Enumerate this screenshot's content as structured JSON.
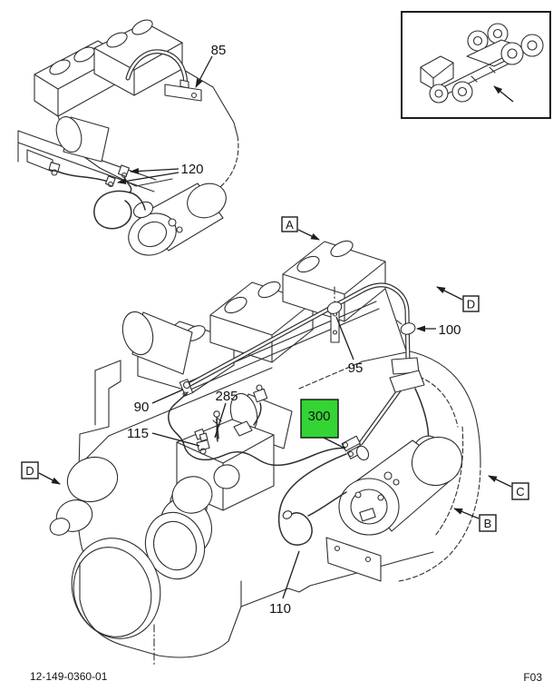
{
  "page": {
    "footer_left": "12-149-0360-01",
    "footer_right": "F03"
  },
  "colors": {
    "line": "#2f2f2f",
    "background": "#ffffff",
    "highlight": "#35d435",
    "text": "#141414"
  },
  "callouts": {
    "c85": "85",
    "c90": "90",
    "c95": "95",
    "c100": "100",
    "c110": "110",
    "c115": "115",
    "c120": "120",
    "c285": "285",
    "c300": "300"
  },
  "view_labels": {
    "a": "A",
    "b": "B",
    "c": "C",
    "d_right": "D",
    "d_left": "D"
  }
}
